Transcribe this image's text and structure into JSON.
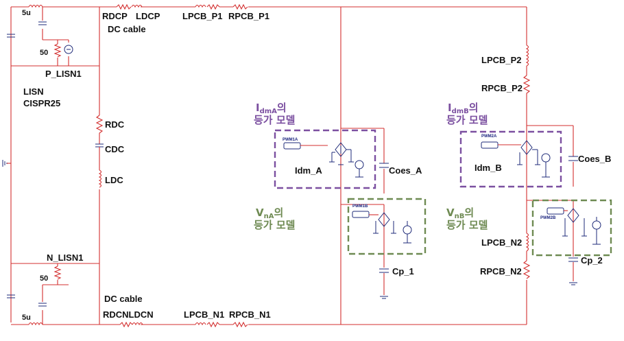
{
  "labels": {
    "cap_5u_top": "5u",
    "res_50_top": "50",
    "p_lisn": "P_LISN1",
    "lisn": "LISN",
    "cispr": "CISPR25",
    "rdcp": "RDCP",
    "ldcp": "LDCP",
    "dc_cable_top": "DC cable",
    "lpcb_p1": "LPCB_P1",
    "rpcb_p1": "RPCB_P1",
    "rdc": "RDC",
    "cdc": "CDC",
    "ldc": "LDC",
    "n_lisn": "N_LISN1",
    "res_50_bot": "50",
    "cap_5u_bot": "5u",
    "dc_cable_bot": "DC cable",
    "rdcn": "RDCNLDCN",
    "lpcb_n1": "LPCB_N1",
    "rpcb_n1": "RPCB_N1",
    "pwm1a": "PWM1A",
    "idm_a": "Idm_A",
    "coes_a": "Coes_A",
    "pwm1b": "PWM1B",
    "cp_1": "Cp_1",
    "lpcb_p2": "LPCB_P2",
    "rpcb_p2": "RPCB_P2",
    "pwm2a": "PWM2A",
    "idm_b": "Idm_B",
    "coes_b": "Coes_B",
    "pwm2b": "PWM2B",
    "lpcb_n2": "LPCB_N2",
    "rpcb_n2": "RPCB_N2",
    "cp_2": "Cp_2"
  },
  "annotations": {
    "idm_a_main": "I",
    "idm_a_sub": "dmA",
    "idm_a_suffix": "의",
    "idm_a_line2": "등가 모델",
    "idm_b_main": "I",
    "idm_b_sub": "dmB",
    "idm_b_suffix": "의",
    "idm_b_line2": "등가 모델",
    "vna_main": "V",
    "vna_sub": "nA",
    "vna_suffix": "의",
    "vna_line2": "등가 모델",
    "vnb_main": "V",
    "vnb_sub": "nB",
    "vnb_suffix": "의",
    "vnb_line2": "등가 모델"
  },
  "colors": {
    "wire": "#d32f2f",
    "component": "#1e2a78",
    "idm_box": "#7b4fa0",
    "vn_box": "#6e8a52"
  }
}
